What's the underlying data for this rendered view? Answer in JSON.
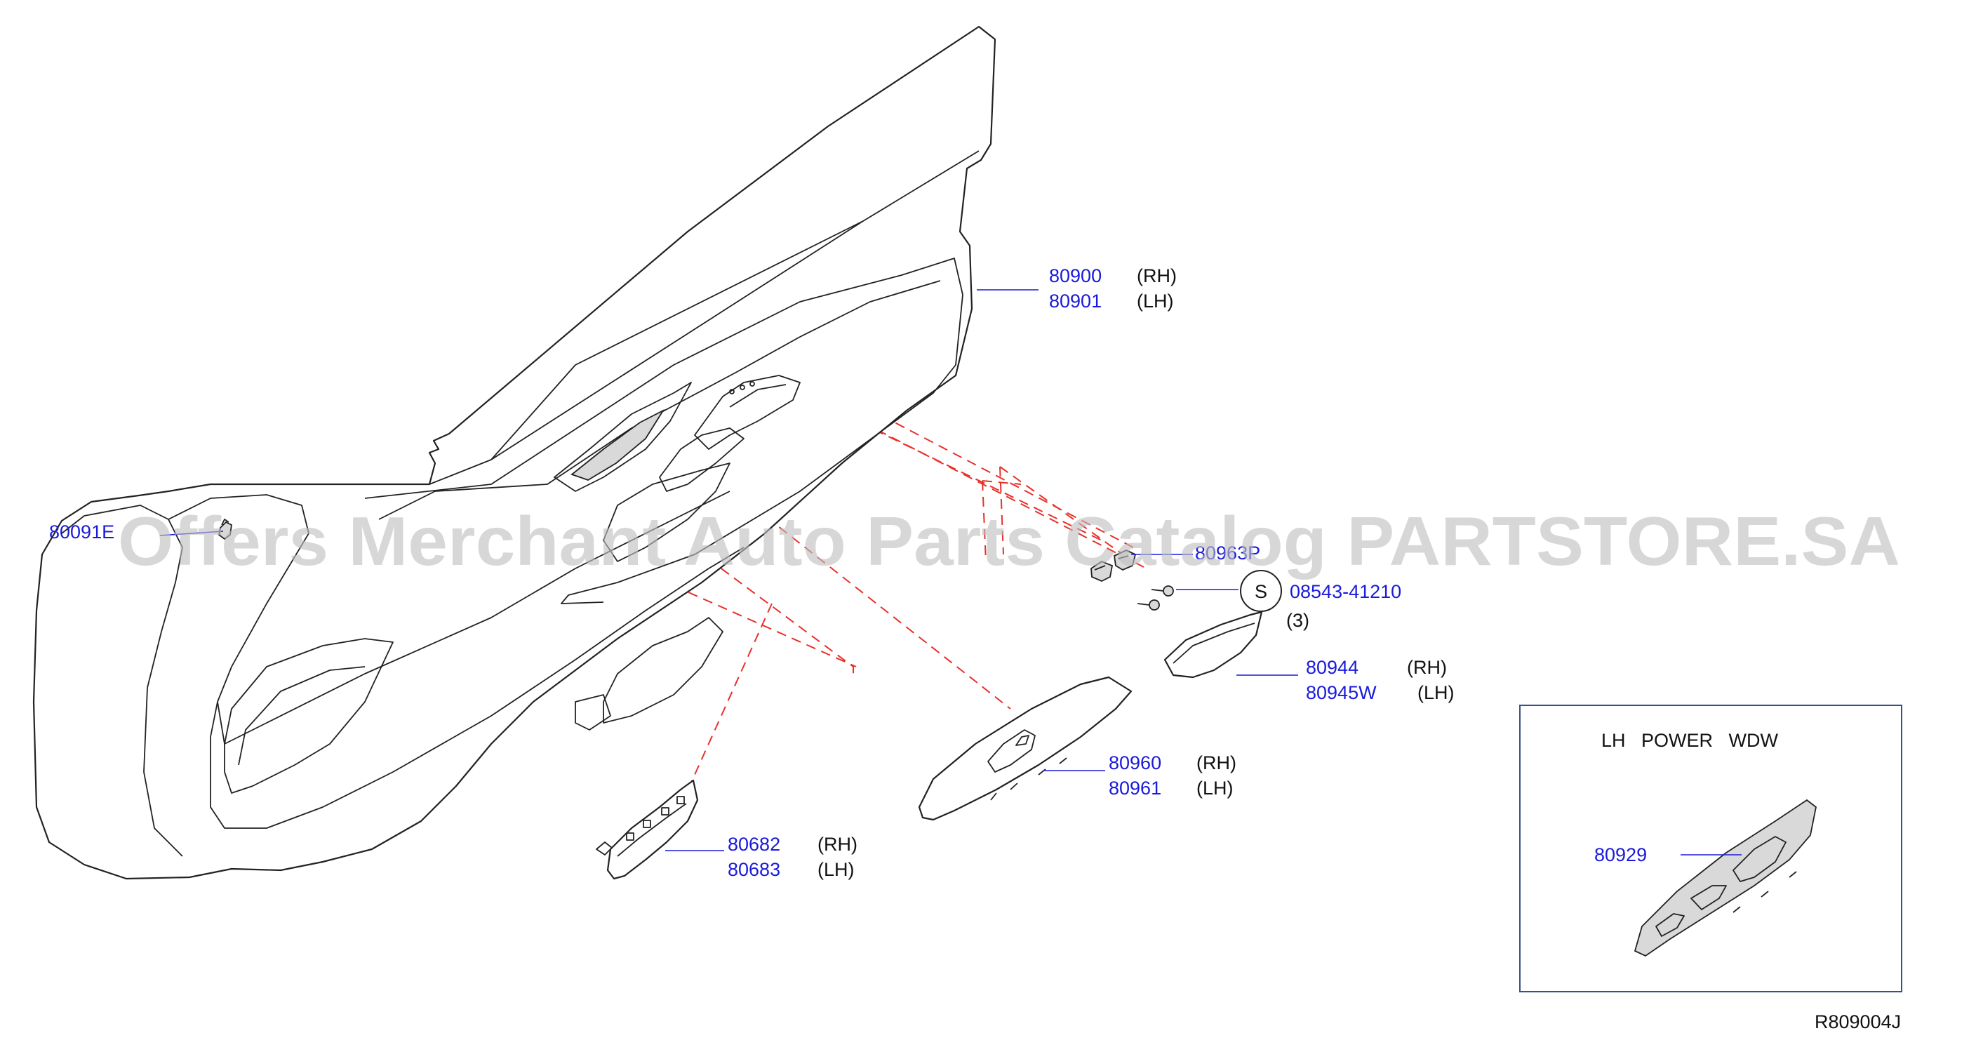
{
  "watermark": "Offers Merchant Auto Parts Catalog PARTSTORE.SA",
  "diagram_id": "R809004J",
  "inset_title": "LH   POWER   WDW",
  "screw_symbol": "S",
  "screw_part": "08543-41210",
  "screw_qty": "(3)",
  "hidden_label": "80963P",
  "parts": {
    "p80900": "80900",
    "p80900_side": "(RH)",
    "p80901": "80901",
    "p80901_side": "(LH)",
    "p80091E": "80091E",
    "p80944": "80944",
    "p80944_side": "(RH)",
    "p80945W": "80945W",
    "p80945W_side": "(LH)",
    "p80960": "80960",
    "p80960_side": "(RH)",
    "p80961": "80961",
    "p80961_side": "(LH)",
    "p80682": "80682",
    "p80682_side": "(RH)",
    "p80683": "80683",
    "p80683_side": "(LH)",
    "p80929": "80929"
  },
  "colors": {
    "part_number": "#1a1adc",
    "dash_line": "#e8302a",
    "outline": "#222222",
    "inset_border": "#3a4f8a"
  }
}
